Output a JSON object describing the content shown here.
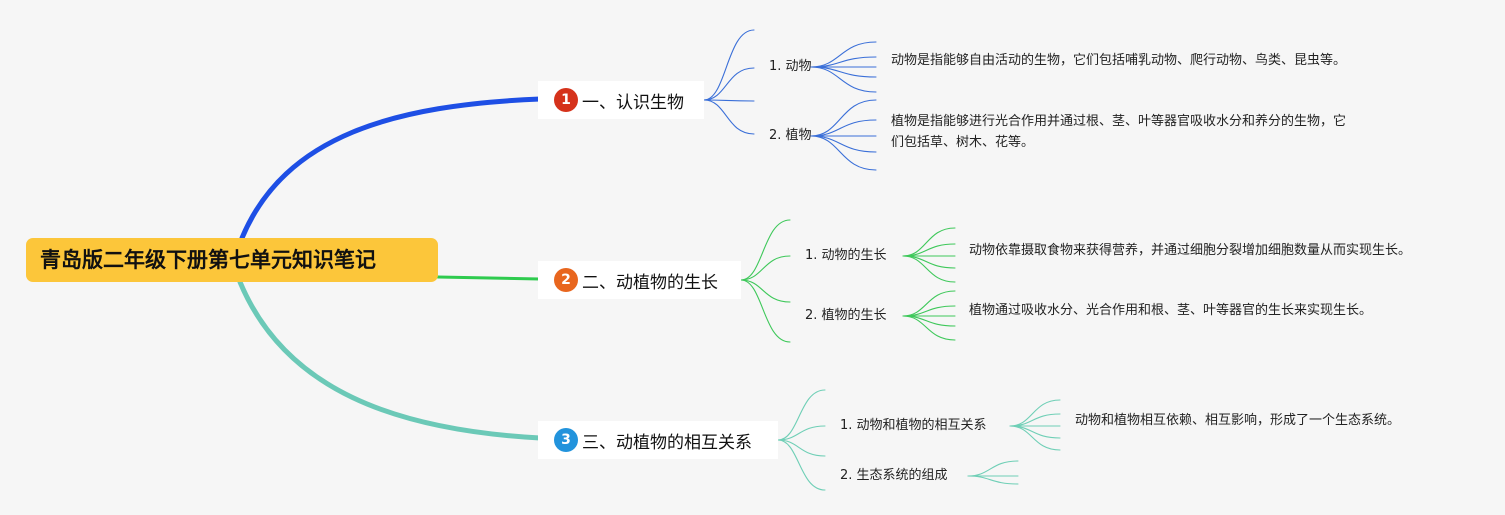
{
  "root": {
    "title": "青岛版二年级下册第七单元知识笔记",
    "color": "#fcc63a"
  },
  "branches": [
    {
      "number": "1",
      "title": "一、认识生物",
      "badge_color": "#d5321b",
      "line_color": "#1e4fe5",
      "thin_color": "#3a6fd8",
      "children": [
        {
          "label": "1. 动物",
          "note_lines": [
            "动物是指能够自由活动的生物，它们包括哺乳动物、爬行动物、鸟类、昆虫等。"
          ]
        },
        {
          "label": "2. 植物",
          "note_lines": [
            "植物是指能够进行光合作用并通过根、茎、叶等器官吸收水分和养分的生物，它",
            "们包括草、树木、花等。"
          ]
        }
      ]
    },
    {
      "number": "2",
      "title": "二、动植物的生长",
      "badge_color": "#e8661e",
      "line_color": "#2ecb4e",
      "thin_color": "#3ec85a",
      "children": [
        {
          "label": "1. 动物的生长",
          "note_lines": [
            "动物依靠摄取食物来获得营养，并通过细胞分裂增加细胞数量从而实现生长。"
          ]
        },
        {
          "label": "2. 植物的生长",
          "note_lines": [
            "植物通过吸收水分、光合作用和根、茎、叶等器官的生长来实现生长。"
          ]
        }
      ]
    },
    {
      "number": "3",
      "title": "三、动植物的相互关系",
      "badge_color": "#2293dc",
      "line_color": "#6bc9b7",
      "thin_color": "#6fcfb6",
      "children": [
        {
          "label": "1. 动物和植物的相互关系",
          "note_lines": [
            "动物和植物相互依赖、相互影响，形成了一个生态系统。"
          ]
        },
        {
          "label": "2. 生态系统的组成",
          "note_lines": []
        }
      ]
    }
  ]
}
